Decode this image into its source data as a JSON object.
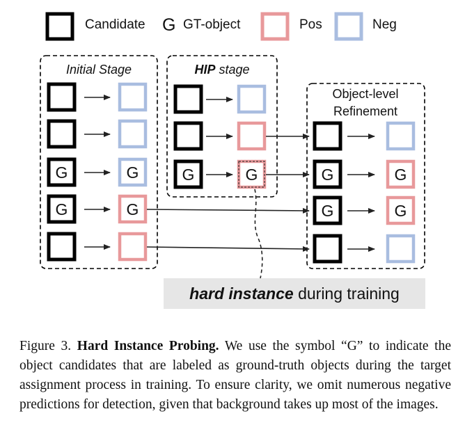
{
  "legend": {
    "candidate": "Candidate",
    "gt_symbol": "G",
    "gt_object": "GT-object",
    "pos": "Pos",
    "neg": "Neg"
  },
  "stages": {
    "initial": "Initial Stage",
    "hip_bold": "HIP",
    "hip_rest": " stage",
    "refine_line1": "Object-level",
    "refine_line2": "Refinement"
  },
  "g_label": "G",
  "hard_label": {
    "bold": "hard instance",
    "rest": " during training"
  },
  "caption": {
    "prefix": "Figure 3. ",
    "title": "Hard Instance Probing.",
    "body": " We use the symbol “G” to indicate the object candidates that are labeled as ground-truth objects during the target assignment process in training. To ensure clarity, we omit numerous negative predictions for detection, given that background takes up most of the images."
  },
  "colors": {
    "candidate": "#000000",
    "pos": "#e8999b",
    "neg": "#a9bde0",
    "hard_bg": "#e6e6e6"
  }
}
